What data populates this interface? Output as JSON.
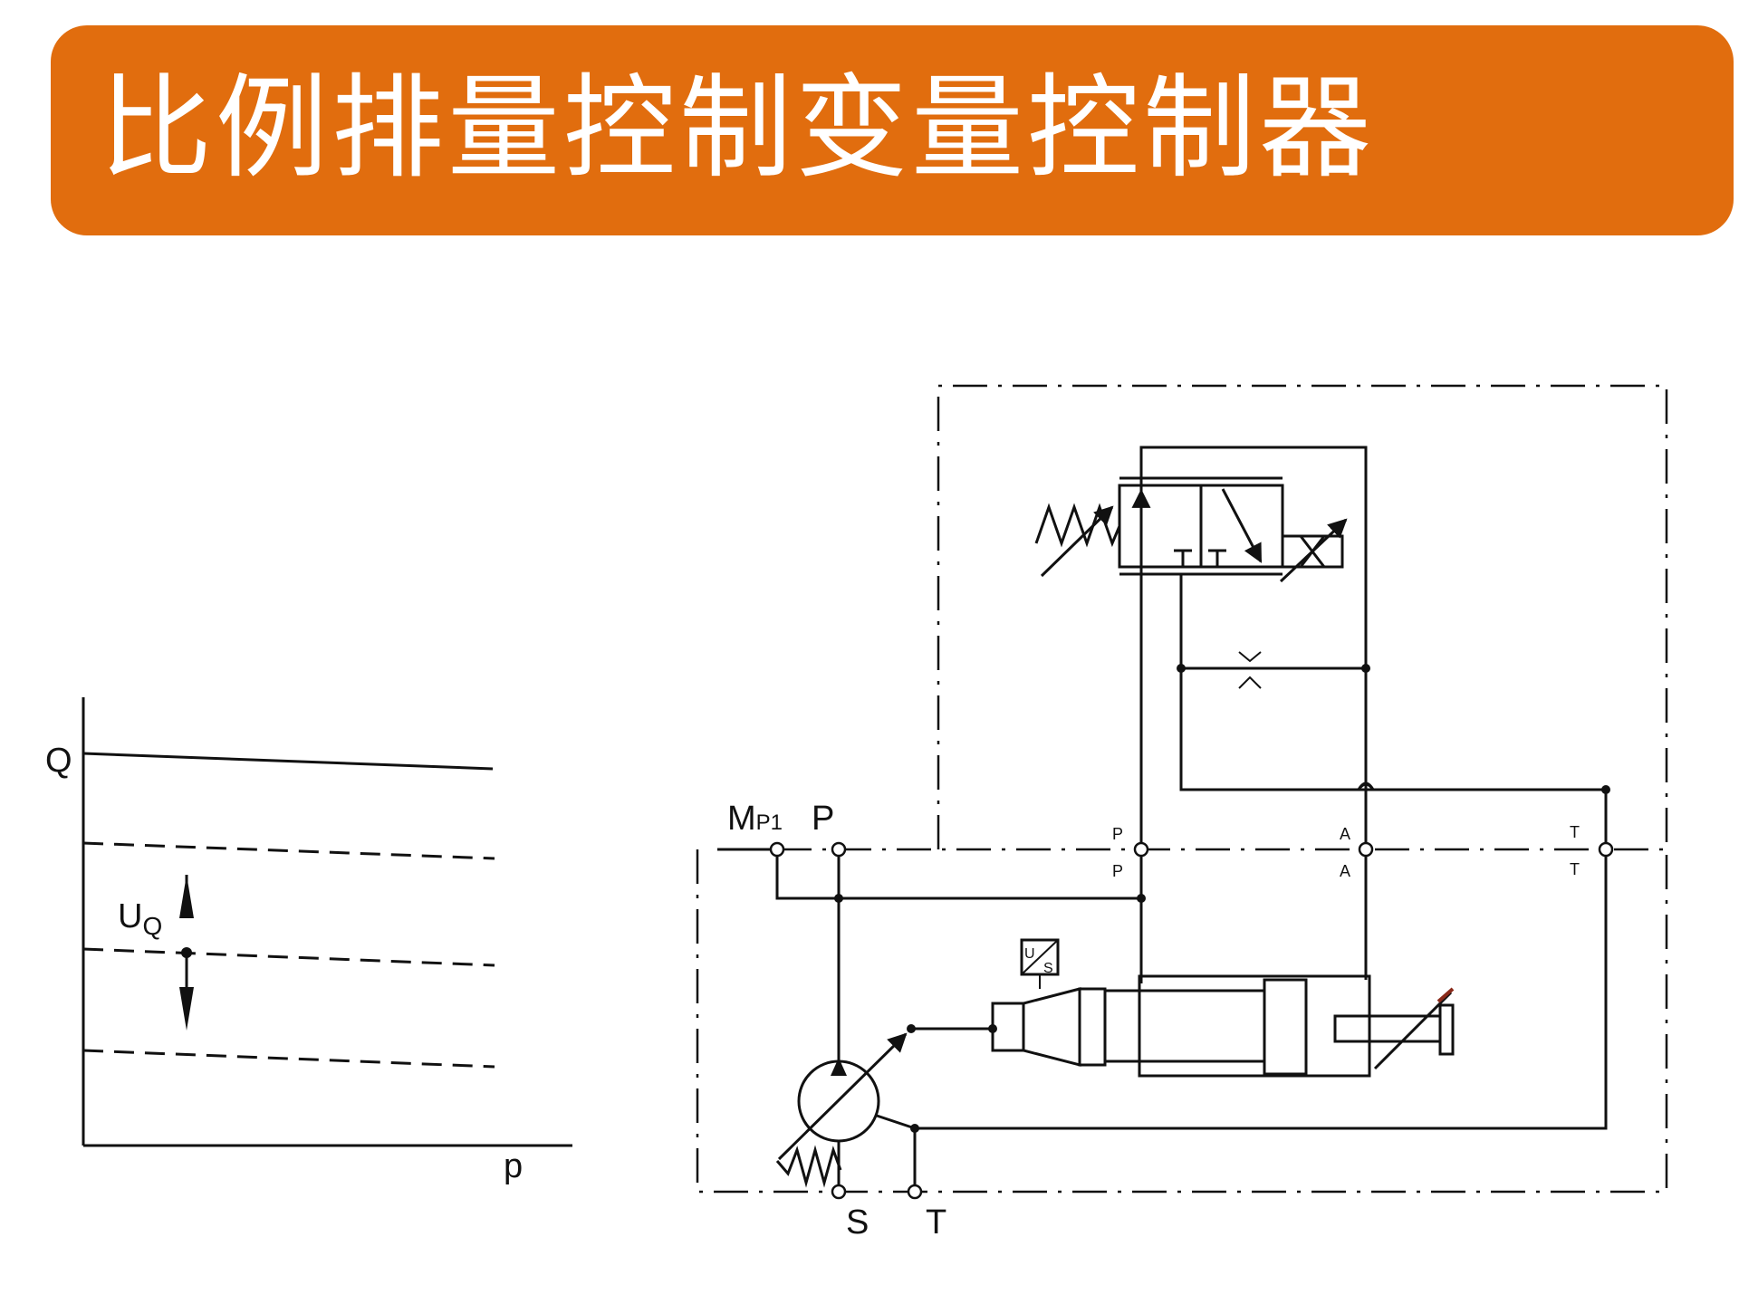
{
  "title": "比例排量控制变量控制器",
  "graph": {
    "y_axis_label": "Q",
    "x_axis_label": "p",
    "signal_label_main": "U",
    "signal_label_sub": "Q"
  },
  "circuit": {
    "port_mp1_main": "M",
    "port_mp1_sub": "P1",
    "port_p": "P",
    "port_s": "S",
    "port_t": "T",
    "internal_p_upper": "P",
    "internal_p_lower": "P",
    "internal_a_upper": "A",
    "internal_a_lower": "A",
    "internal_t_upper": "T",
    "internal_t_lower": "T",
    "sensor_u": "U",
    "sensor_s": "S"
  },
  "colors": {
    "banner": "#e16d0e",
    "title_text": "#ffffff",
    "line": "#111111"
  }
}
